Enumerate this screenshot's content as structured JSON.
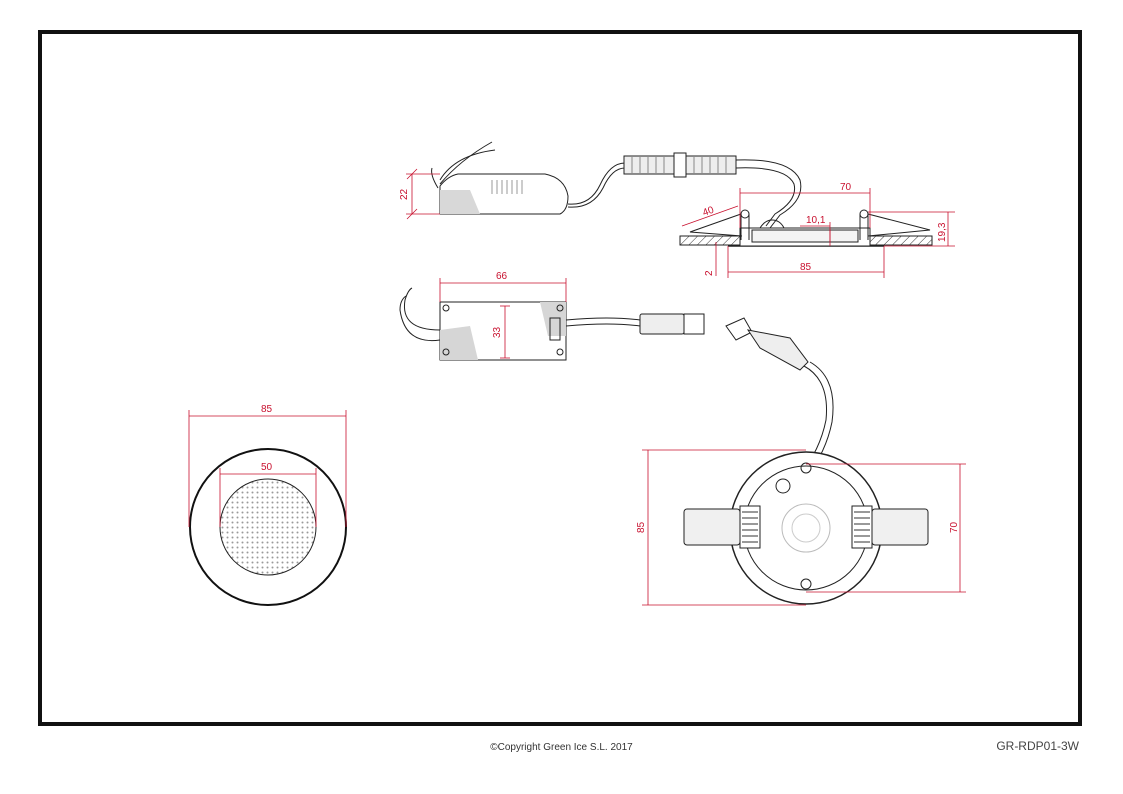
{
  "drawing": {
    "dimensions": {
      "driver_side_height": "22",
      "spring_length": "40",
      "body_diameter_side": "70",
      "lens_depth": "10,1",
      "total_height": "19,3",
      "ceiling_thickness": "2",
      "bezel_diameter_side": "85",
      "driver_length": "66",
      "driver_width": "33",
      "front_outer_diameter": "85",
      "front_lens_diameter": "50",
      "back_outer_diameter": "85",
      "back_body_diameter": "70"
    },
    "line_color": "#1a1a1a",
    "dimension_color": "#c8102e"
  },
  "footer": {
    "copyright": "©Copyright Green Ice S.L. 2017",
    "model_code": "GR-RDP01-3W"
  }
}
